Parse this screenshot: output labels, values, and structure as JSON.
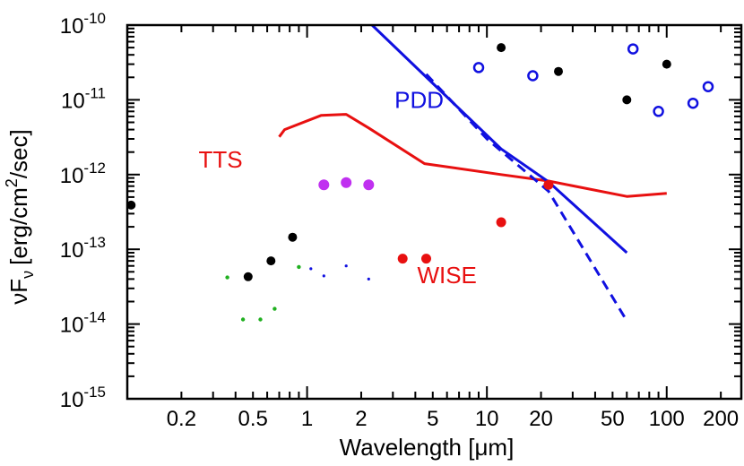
{
  "chart_data": {
    "type": "scatter",
    "xlabel": "Wavelength  [μm]",
    "ylabel_parts": {
      "nu": "ν",
      "F": "F",
      "sub": "ν",
      "bracket": "[erg/cm",
      "sup": "2",
      "tail": "/sec]"
    },
    "xscale": "log",
    "yscale": "log",
    "xlim": [
      0.1,
      260
    ],
    "ylim": [
      1e-15,
      1e-10
    ],
    "x_tick_labels": [
      {
        "v": 0.2,
        "label": "0.2"
      },
      {
        "v": 0.5,
        "label": "0.5"
      },
      {
        "v": 1,
        "label": "1"
      },
      {
        "v": 2,
        "label": "2"
      },
      {
        "v": 5,
        "label": "5"
      },
      {
        "v": 10,
        "label": "10"
      },
      {
        "v": 20,
        "label": "20"
      },
      {
        "v": 50,
        "label": "50"
      },
      {
        "v": 100,
        "label": "100"
      },
      {
        "v": 200,
        "label": "200"
      }
    ],
    "y_tick_labels": [
      {
        "v": 1e-10,
        "base": "10",
        "exp": "-10"
      },
      {
        "v": 1e-11,
        "base": "10",
        "exp": "-11"
      },
      {
        "v": 1e-12,
        "base": "10",
        "exp": "-12"
      },
      {
        "v": 1e-13,
        "base": "10",
        "exp": "-13"
      },
      {
        "v": 1e-14,
        "base": "10",
        "exp": "-14"
      },
      {
        "v": 1e-15,
        "base": "10",
        "exp": "-15"
      }
    ],
    "annotations": [
      {
        "text": "PDD",
        "color": "#1010e0",
        "x": 4.2,
        "y": 1e-11
      },
      {
        "text": "TTS",
        "color": "#e81010",
        "x": 0.33,
        "y": 1.6e-12
      },
      {
        "text": "WISE",
        "color": "#e81010",
        "x": 6.0,
        "y": 4.5e-14
      }
    ],
    "series": [
      {
        "kind": "line",
        "color": "#e81010",
        "dash": false,
        "points": [
          [
            0.7,
            3.2e-12
          ],
          [
            0.75,
            4e-12
          ],
          [
            1.2,
            6.2e-12
          ],
          [
            1.65,
            6.4e-12
          ],
          [
            2.2,
            4.2e-12
          ],
          [
            4.5,
            1.4e-12
          ],
          [
            12,
            1e-12
          ],
          [
            22,
            8.2e-13
          ],
          [
            60,
            5.1e-13
          ],
          [
            100,
            5.6e-13
          ]
        ]
      },
      {
        "kind": "line",
        "color": "#1010e0",
        "dash": false,
        "points": [
          [
            2.3,
            1e-10
          ],
          [
            12,
            2.2e-12
          ],
          [
            22,
            8e-13
          ],
          [
            60,
            9e-14
          ]
        ]
      },
      {
        "kind": "line",
        "color": "#1010e0",
        "dash": true,
        "points": [
          [
            4.6,
            2.2e-11
          ],
          [
            10,
            3e-12
          ],
          [
            22,
            6e-13
          ],
          [
            60,
            1.1e-14
          ]
        ]
      },
      {
        "kind": "points",
        "color": "#000000",
        "fill": true,
        "r": 5,
        "points": [
          [
            0.105,
            3.9e-13
          ],
          [
            0.47,
            4.3e-14
          ],
          [
            0.63,
            7e-14
          ],
          [
            0.83,
            1.45e-13
          ],
          [
            12,
            5e-11
          ],
          [
            25,
            2.4e-11
          ],
          [
            60,
            1e-11
          ],
          [
            100,
            3e-11
          ]
        ]
      },
      {
        "kind": "points",
        "color": "#c030f0",
        "fill": true,
        "r": 6,
        "points": [
          [
            1.24,
            7.3e-13
          ],
          [
            1.65,
            7.8e-13
          ],
          [
            2.2,
            7.3e-13
          ]
        ]
      },
      {
        "kind": "points",
        "color": "#e81010",
        "fill": true,
        "r": 5.5,
        "points": [
          [
            3.4,
            7.5e-14
          ],
          [
            4.6,
            7.5e-14
          ],
          [
            12,
            2.3e-13
          ],
          [
            22,
            7.3e-13
          ]
        ]
      },
      {
        "kind": "points",
        "color": "#1010e0",
        "fill": false,
        "r": 5,
        "points": [
          [
            9,
            2.7e-11
          ],
          [
            18,
            2.1e-11
          ],
          [
            65,
            4.8e-11
          ],
          [
            90,
            7e-12
          ],
          [
            140,
            9e-12
          ],
          [
            170,
            1.5e-11
          ]
        ]
      },
      {
        "kind": "points",
        "color": "#1010e0",
        "fill": true,
        "r": 1.6,
        "points": [
          [
            1.05,
            5.5e-14
          ],
          [
            1.24,
            4.4e-14
          ],
          [
            1.65,
            6e-14
          ],
          [
            2.2,
            4e-14
          ]
        ]
      },
      {
        "kind": "points",
        "color": "#20b020",
        "fill": true,
        "r": 2.2,
        "points": [
          [
            0.36,
            4.2e-14
          ],
          [
            0.44,
            1.15e-14
          ],
          [
            0.55,
            1.15e-14
          ],
          [
            0.66,
            1.6e-14
          ],
          [
            0.9,
            5.8e-14
          ]
        ]
      }
    ]
  }
}
